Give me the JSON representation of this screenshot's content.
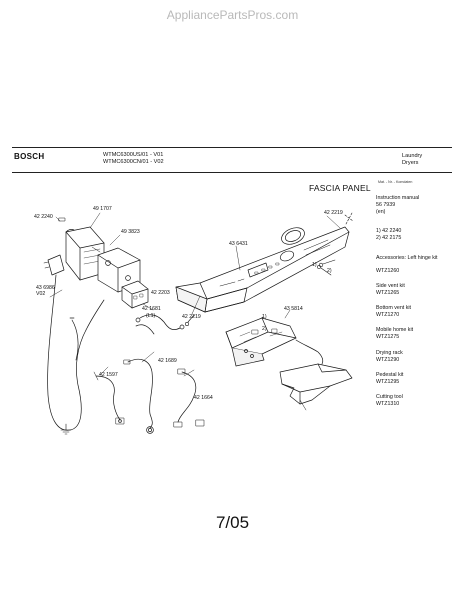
{
  "header": {
    "site_watermark": "AppliancePartsPros.com",
    "brand": "BOSCH",
    "models": [
      "WTMC6300US/01 - V01",
      "WTMC6300CN/01 - V02"
    ],
    "category": [
      "Laundry",
      "Dryers"
    ]
  },
  "diagram": {
    "title": "FASCIA PANEL",
    "corner_note": "Mat. - Nr. - Komdaten",
    "part_labels": [
      {
        "id": "422240",
        "text": "42 2240"
      },
      {
        "id": "491707",
        "text": "49 1707"
      },
      {
        "id": "493823",
        "text": "49 3823"
      },
      {
        "id": "436431",
        "text": "43 6431"
      },
      {
        "id": "422219a",
        "text": "42 2219"
      },
      {
        "id": "422203",
        "text": "42 2203"
      },
      {
        "id": "436986",
        "text": "43 6986"
      },
      {
        "id": "v02",
        "text": "V02"
      },
      {
        "id": "421681",
        "text": "42 1681"
      },
      {
        "id": "l1",
        "text": "(L1)"
      },
      {
        "id": "422219b",
        "text": "42 2219"
      },
      {
        "id": "435814",
        "text": "43 5814"
      },
      {
        "id": "421597",
        "text": "42 1597"
      },
      {
        "id": "421689",
        "text": "42 1689"
      },
      {
        "id": "421664",
        "text": "42 1664"
      },
      {
        "id": "callout1a",
        "text": "1)"
      },
      {
        "id": "callout2a",
        "text": "2)"
      },
      {
        "id": "callout1b",
        "text": "1)"
      },
      {
        "id": "callout2b",
        "text": "2)"
      }
    ]
  },
  "sidebar": {
    "instruction": [
      "Instruction manual",
      "56 7939",
      "(en)"
    ],
    "refs": [
      "1) 42 2240",
      "2) 42 2175"
    ],
    "accessories": [
      {
        "name": "Accessories: Left hinge kit",
        "code": "WTZ1260"
      },
      {
        "name": "Side vent kit",
        "code": "WTZ1265"
      },
      {
        "name": "Bottom vent kit",
        "code": "WTZ1270"
      },
      {
        "name": "Mobile home kit",
        "code": "WTZ1275"
      },
      {
        "name": "Drying rack",
        "code": "WTZ1290"
      },
      {
        "name": "Pedestal kit",
        "code": "WTZ1295"
      },
      {
        "name": "Cutting tool",
        "code": "WTZ1310"
      }
    ]
  },
  "footer": {
    "page_date": "7/05"
  }
}
